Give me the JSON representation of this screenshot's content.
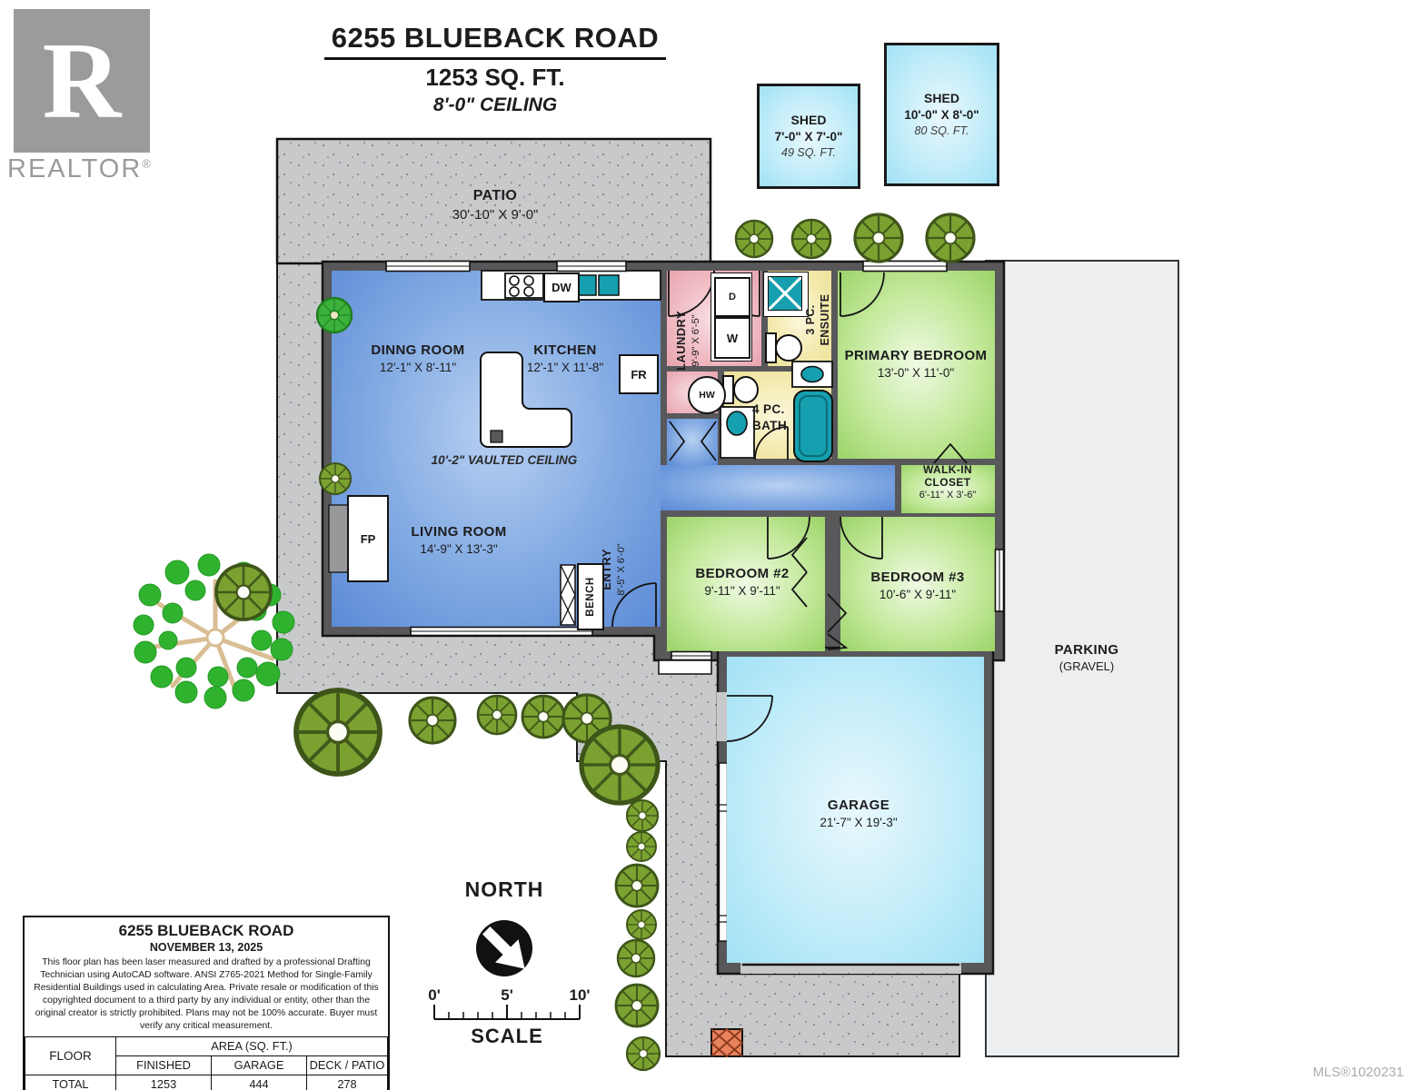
{
  "logo": {
    "letter": "R",
    "brand": "REALTOR",
    "reg": "®"
  },
  "title": {
    "address": "6255 BLUEBACK ROAD",
    "sqft": "1253 SQ. FT.",
    "ceiling": "8'-0\" CEILING"
  },
  "sheds": [
    {
      "name": "SHED",
      "dims": "7'-0\" X 7'-0\"",
      "area": "49 SQ. FT."
    },
    {
      "name": "SHED",
      "dims": "10'-0\" X 8'-0\"",
      "area": "80 SQ. FT."
    }
  ],
  "rooms": {
    "patio": {
      "name": "PATIO",
      "dims": "30'-10\" X 9'-0\""
    },
    "dining": {
      "name": "DINNG ROOM",
      "dims": "12'-1\" X 8'-11\""
    },
    "kitchen": {
      "name": "KITCHEN",
      "dims": "12'-1\" X 11'-8\""
    },
    "vaulted": {
      "note": "10'-2\" VAULTED CEILING"
    },
    "living": {
      "name": "LIVING ROOM",
      "dims": "14'-9\" X 13'-3\""
    },
    "laundry": {
      "name": "LAUNDRY",
      "dims": "9'-9\" X 6'-5\""
    },
    "ensuite": {
      "line1": "3 PC.",
      "line2": "ENSUITE"
    },
    "bath": {
      "line1": "4 PC.",
      "line2": "BATH"
    },
    "primary": {
      "name": "PRIMARY BEDROOM",
      "dims": "13'-0\" X 11'-0\""
    },
    "closet": {
      "line1": "WALK-IN",
      "line2": "CLOSET",
      "dims": "6'-11\" X 3'-6\""
    },
    "bed2": {
      "name": "BEDROOM #2",
      "dims": "9'-11\" X 9'-11\""
    },
    "bed3": {
      "name": "BEDROOM #3",
      "dims": "10'-6\" X 9'-11\""
    },
    "entry": {
      "name": "ENTRY",
      "dims": "8'-5\" X 6'-0\""
    },
    "garage": {
      "name": "GARAGE",
      "dims": "21'-7\" X 19'-3\""
    },
    "parking": {
      "name": "PARKING",
      "sub": "(GRAVEL)"
    }
  },
  "fixtures": {
    "fridge": "FR",
    "dishwasher": "DW",
    "dryer": "D",
    "washer": "W",
    "hot_water": "HW",
    "fireplace": "FP",
    "bench": "BENCH"
  },
  "compass": {
    "label": "NORTH"
  },
  "scalebar": {
    "t0": "0'",
    "t5": "5'",
    "t10": "10'",
    "label": "SCALE"
  },
  "infobox": {
    "title": "6255 BLUEBACK ROAD",
    "date": "NOVEMBER 13, 2025",
    "disclaimer": "This floor plan has been laser measured and drafted by a professional Drafting Technician using AutoCAD software. ANSI Z765-2021 Method for Single-Family Residential Buildings used in calculating Area. Private resale or modification of this copyrighted document to a third party by any individual or entity, other than the original creator is strictly prohibited. Plans may not be 100% accurate.  Buyer must verify any critical measurement.",
    "table": {
      "floor_header": "FLOOR",
      "area_header": "AREA (SQ. FT.)",
      "cols": [
        "FINISHED",
        "GARAGE",
        "DECK / PATIO"
      ],
      "row_label": "TOTAL",
      "values": [
        "1253",
        "444",
        "278"
      ]
    }
  },
  "footer": {
    "mls": "MLS®1020231"
  },
  "colors": {
    "wall": "#58585a",
    "concrete": "#c8c9cb",
    "parking": "#eceeef",
    "room_blue": "#5b8ad6",
    "room_green": "#9bd368",
    "room_yellow": "#ede09a",
    "room_pink": "#e8a3ae",
    "garage_blue": "#a2e1f5",
    "fixture_teal": "#169fae",
    "bush_olive": "#7ba130",
    "tree_green": "#2fb32f",
    "post_orange": "#e8835e"
  }
}
